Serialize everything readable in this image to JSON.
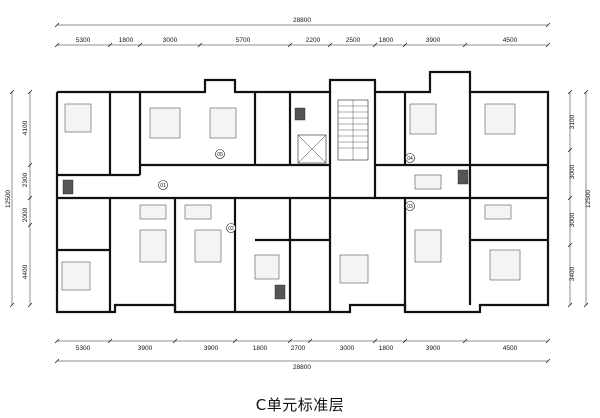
{
  "caption": "C单元标准层",
  "dims": {
    "total_top": "28800",
    "total_bottom": "28800",
    "top_segments": [
      "5300",
      "1800",
      "3000",
      "5700",
      "2200",
      "2500",
      "1800",
      "3900",
      "4500"
    ],
    "bottom_segments": [
      "5300",
      "3900",
      "3900",
      "1800",
      "2700",
      "3000",
      "1800",
      "3900",
      "4500"
    ],
    "left_total": "12500",
    "left_segments": [
      "4100",
      "2300",
      "2000",
      "4400"
    ],
    "right_total": "12500",
    "right_segments": [
      "3100",
      "3000",
      "3000",
      "3400"
    ]
  },
  "room_tags": [
    "01",
    "02",
    "03",
    "04",
    "05"
  ]
}
